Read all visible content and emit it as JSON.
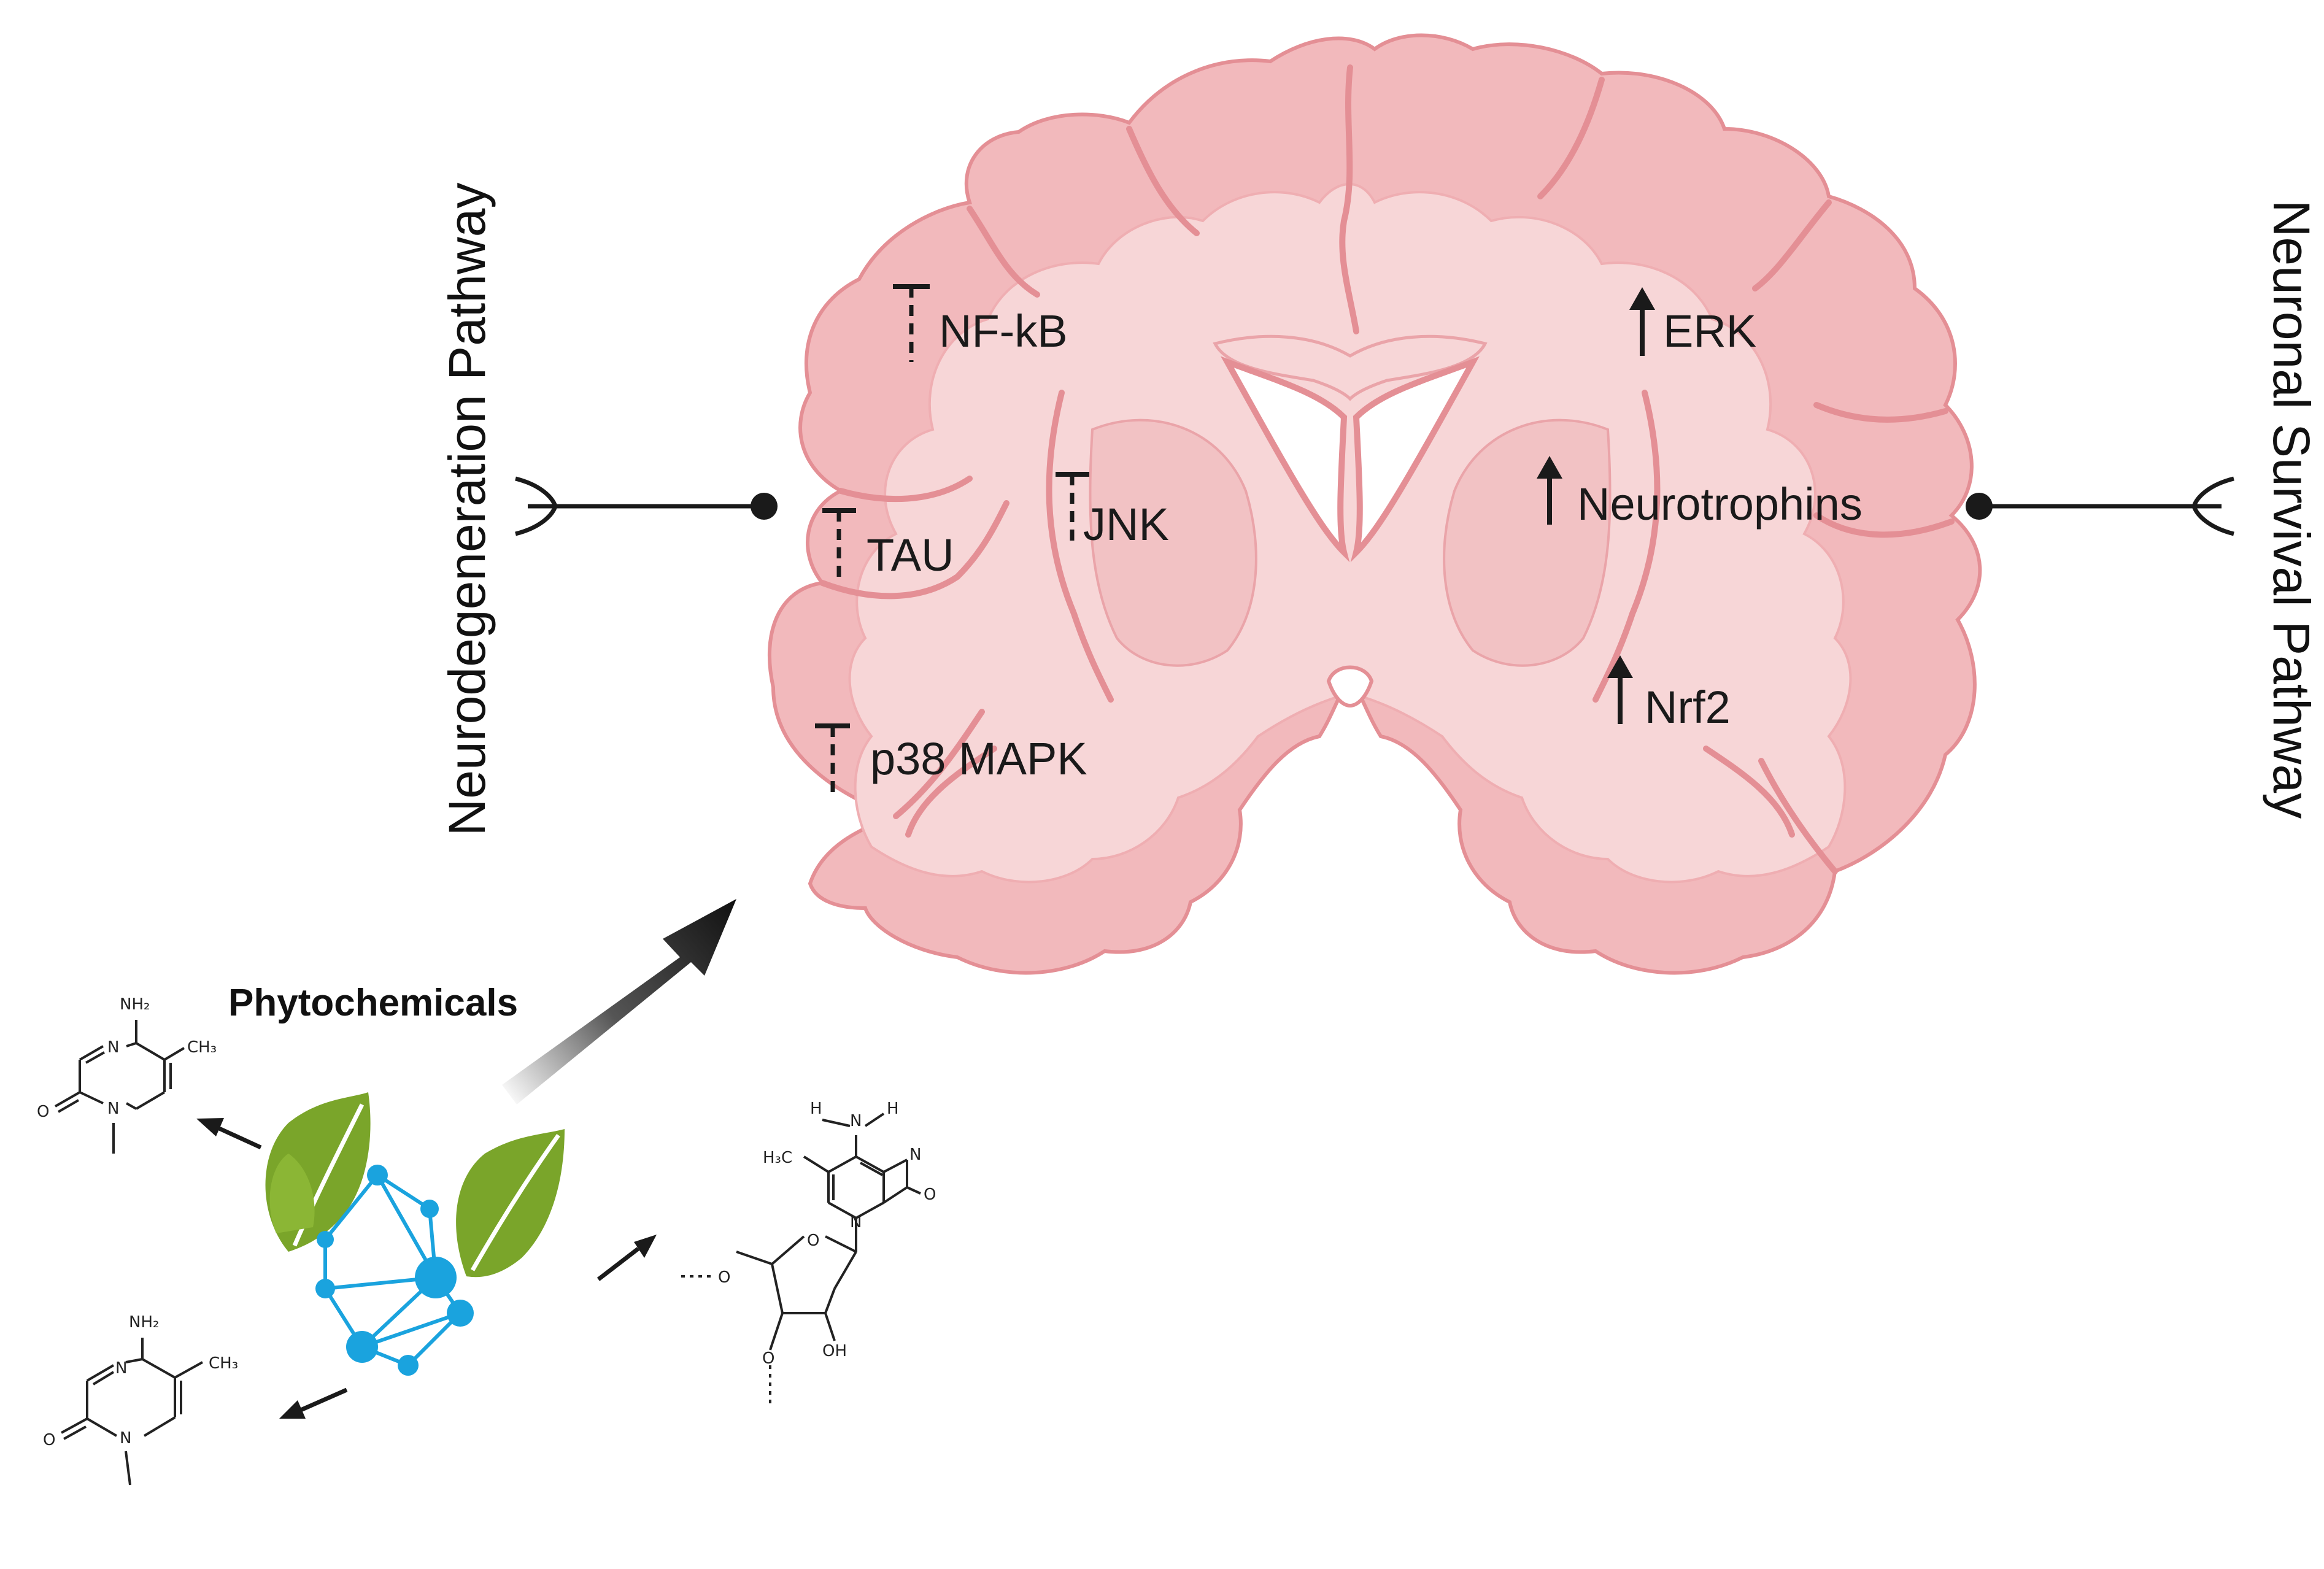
{
  "colors": {
    "brain_fill": "#f2b9bc",
    "brain_inner": "#f7d6d7",
    "brain_stroke": "#e48f95",
    "leaf_green": "#7aa52a",
    "network_blue": "#1aa3de",
    "line_dark": "#1a1a1a"
  },
  "side_labels": {
    "left": "Neurodegeneration Pathway",
    "right": "Neuronal Survival Pathway"
  },
  "inhibited_markers": [
    {
      "id": "nfkb",
      "label": "NF-kB",
      "icon": "inhibition-icon"
    },
    {
      "id": "jnk",
      "label": "JNK",
      "icon": "inhibition-icon"
    },
    {
      "id": "tau",
      "label": "TAU",
      "icon": "inhibition-icon"
    },
    {
      "id": "p38",
      "label": "p38 MAPK",
      "icon": "inhibition-icon"
    }
  ],
  "activated_markers": [
    {
      "id": "erk",
      "label": "ERK",
      "icon": "up-arrow-icon"
    },
    {
      "id": "neurotrophins",
      "label": "Neurotrophins",
      "icon": "up-arrow-icon"
    },
    {
      "id": "nrf2",
      "label": "Nrf2",
      "icon": "up-arrow-icon"
    }
  ],
  "phyto": {
    "title": "Phytochemicals",
    "icon": "plant-network-icon"
  },
  "chem": {
    "nh2": "NH₂",
    "ch3": "CH₃",
    "n": "N",
    "o": "O",
    "h": "H",
    "h3c": "H₃C",
    "oh": "OH"
  }
}
